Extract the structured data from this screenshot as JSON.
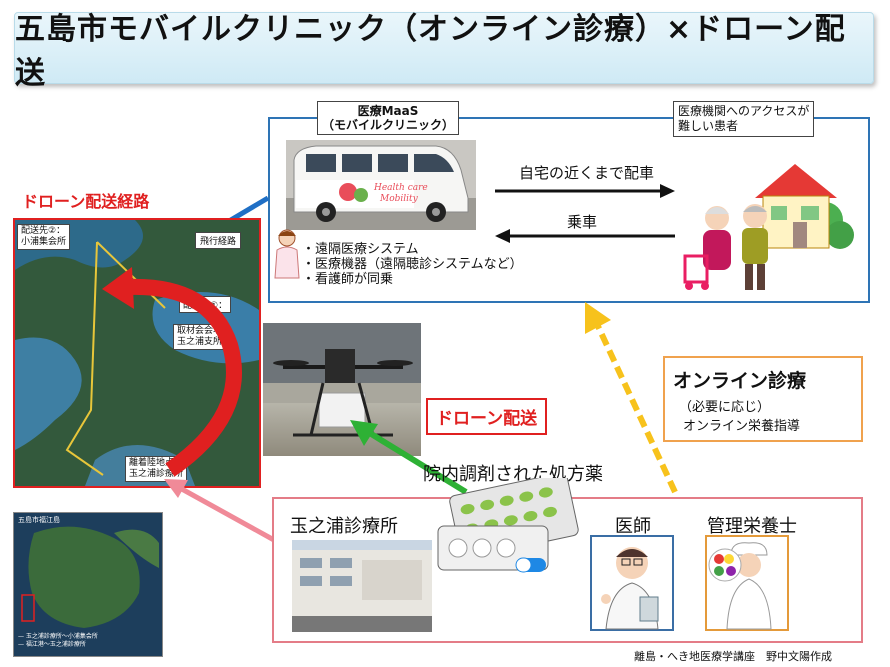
{
  "title": "五島市モバイルクリニック（オンライン診療）×ドローン配送",
  "maas": {
    "label_line1": "医療MaaS",
    "label_line2": "（モバイルクリニック）",
    "patients_line1": "医療機関へのアクセスが",
    "patients_line2": "難しい患者",
    "arrow_right": "自宅の近くまで配車",
    "arrow_left": "乗車",
    "bullets": [
      "・遠隔医療システム",
      "・医療機器（遠隔聴診システムなど）",
      "・看護師が同乗"
    ],
    "van_sign_line1": "Health care",
    "van_sign_line2": "Mobility"
  },
  "drone_route": {
    "title": "ドローン配送経路",
    "dest2_line1": "配送先②：",
    "dest2_line2": "小浦集会所",
    "flight_path": "飛行経路",
    "dest1": "配送先①：",
    "pickup_line1": "取材会会場",
    "pickup_line2": "玉之浦支所",
    "takeoff_line1": "離着陸地点：",
    "takeoff_line2": "玉之浦診療所"
  },
  "drone_delivery": {
    "label": "ドローン配送"
  },
  "prescription": {
    "label": "院内調剤された処方薬"
  },
  "online": {
    "title": "オンライン診療",
    "line2": "（必要に応じ）",
    "line3": "オンライン栄養指導"
  },
  "clinic": {
    "name": "玉之浦診療所",
    "doctor": "医師",
    "dietitian": "管理栄養士"
  },
  "overview_map": {
    "title": "五島市福江島",
    "legend_line1": "— 玉之浦診療所～小浦集会所",
    "legend_line2": "— 福江港～玉之浦診療所"
  },
  "credit": "離島・へき地医療学講座　野中文陽作成",
  "colors": {
    "blue_box": "#2e74b5",
    "pink_box": "#e47c87",
    "orange_box": "#f0a24e",
    "red": "#e02020",
    "green_arrow": "#2eb135",
    "yellow_dashed": "#f7c21c"
  }
}
